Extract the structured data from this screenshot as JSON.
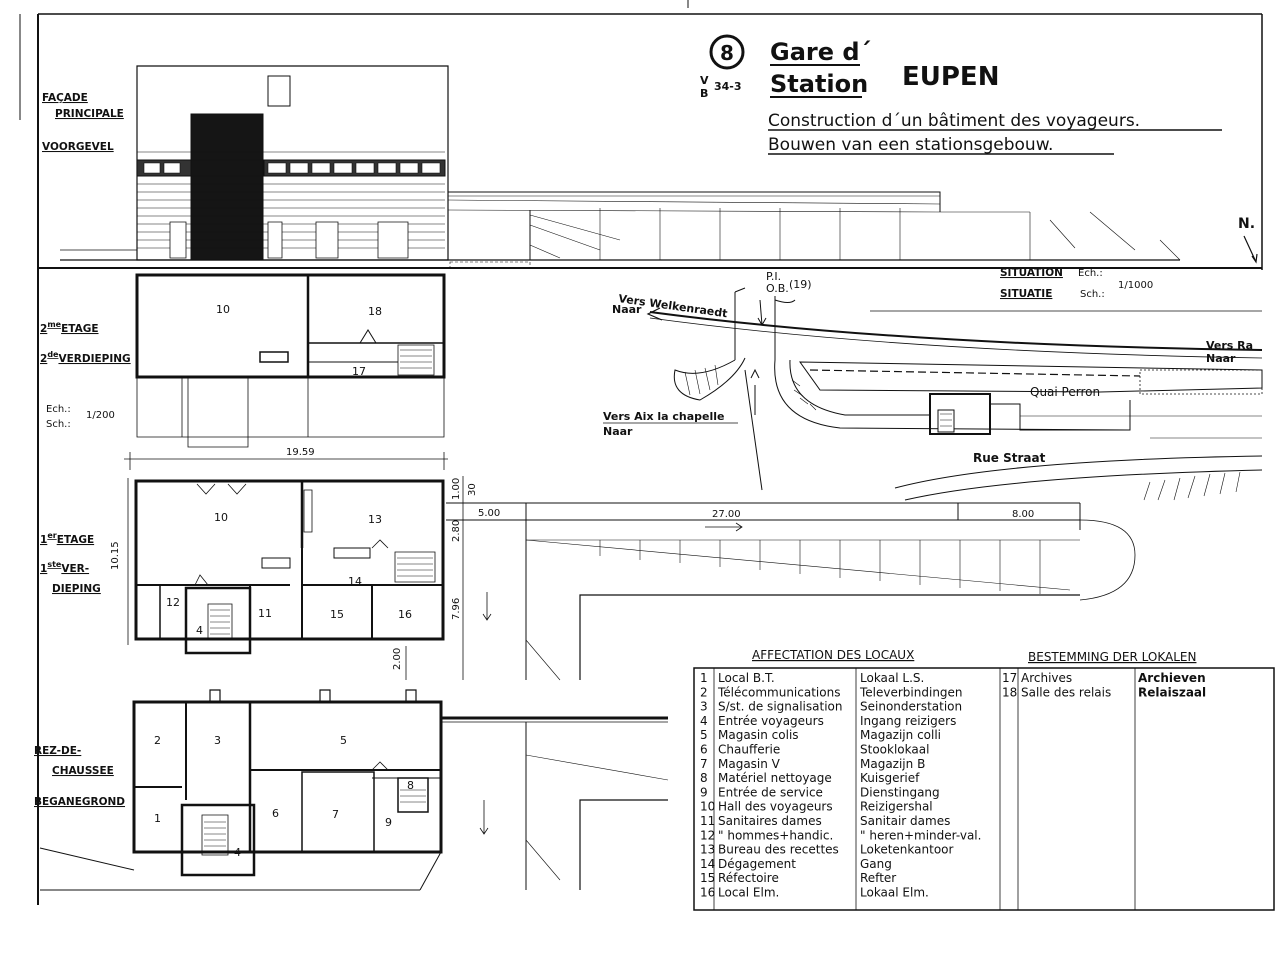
{
  "title": {
    "number": "8",
    "code_top": "V",
    "code_bottom": "B",
    "code_ref": "34-3",
    "line1": "Gare d´",
    "line2": "Station",
    "city": "EUPEN",
    "subtitle_fr": "Construction d´un bâtiment des voyageurs.",
    "subtitle_nl": "Bouwen van een stationsgebouw."
  },
  "facade": {
    "label_fr_1": "FAÇADE",
    "label_fr_2": "PRINCIPALE",
    "label_nl": "VOORGEVEL"
  },
  "floor2": {
    "label_fr_1": "2",
    "label_fr_sup": "me",
    "label_fr_2": "ETAGE",
    "label_nl_1": "2",
    "label_nl_sup": "de",
    "label_nl_2": "VERDIEPING",
    "rooms": [
      "10",
      "18",
      "17"
    ],
    "scale_1": "Ech.:",
    "scale_2": "Sch.:",
    "scale_val": "1/200",
    "width_dim": "19.59"
  },
  "floor1": {
    "label_fr_1": "1",
    "label_fr_sup": "er",
    "label_fr_2": "ETAGE",
    "label_nl_1": "1",
    "label_nl_sup": "ste",
    "label_nl_2": "VER-",
    "label_nl_3": "DIEPING",
    "rooms": [
      "10",
      "13",
      "14",
      "12",
      "4",
      "11",
      "15",
      "16"
    ],
    "dims": [
      "10.15",
      "1.00",
      "30",
      "2.80",
      "7.96",
      "2.00"
    ]
  },
  "ground": {
    "label_fr_1": "REZ-DE-",
    "label_fr_2": "CHAUSSEE",
    "label_nl": "BEGANEGROND",
    "rooms": [
      "2",
      "3",
      "5",
      "1",
      "6",
      "7",
      "9",
      "4",
      "8"
    ]
  },
  "platform_dims": [
    "5.00",
    "27.00",
    "8.00"
  ],
  "situation": {
    "label_fr": "SITUATION",
    "label_nl": "SITUATIE",
    "ech": "Ech.:",
    "sch": "Sch.:",
    "scale": "1/1000",
    "north": "N.",
    "pi": "P.I.",
    "ob": "O.B.",
    "ob_num": "(19)",
    "vers_welk": "Vers Welkenraedt",
    "naar_welk": "Naar",
    "vers_ra": "Vers Ra",
    "naar_ra": "Naar",
    "quai": "Quai  Perron",
    "vers_aix": "Vers Aix la chapelle",
    "naar_aix": "Naar",
    "rue": "Rue    Straat"
  },
  "legend": {
    "header_fr": "AFFECTATION DES LOCAUX",
    "header_nl": "BESTEMMING DER LOKALEN",
    "rows": [
      {
        "n": "1",
        "fr": "Local B.T.",
        "nl": "Lokaal L.S."
      },
      {
        "n": "2",
        "fr": "Télécommunications",
        "nl": "Televerbindingen"
      },
      {
        "n": "3",
        "fr": "S/st. de signalisation",
        "nl": "Seinonderstation"
      },
      {
        "n": "4",
        "fr": "Entrée voyageurs",
        "nl": "Ingang reizigers"
      },
      {
        "n": "5",
        "fr": "Magasin colis",
        "nl": "Magazijn colli"
      },
      {
        "n": "6",
        "fr": "Chaufferie",
        "nl": "Stooklokaal"
      },
      {
        "n": "7",
        "fr": "Magasin V",
        "nl": "Magazijn B"
      },
      {
        "n": "8",
        "fr": "Matériel nettoyage",
        "nl": "Kuisgerief"
      },
      {
        "n": "9",
        "fr": "Entrée de service",
        "nl": "Dienstingang"
      },
      {
        "n": "10",
        "fr": "Hall des voyageurs",
        "nl": "Reizigershal"
      },
      {
        "n": "11",
        "fr": "Sanitaires dames",
        "nl": "Sanitair dames"
      },
      {
        "n": "12",
        "fr": "\" hommes+handic.",
        "nl": "\" heren+minder-val."
      },
      {
        "n": "13",
        "fr": "Bureau des recettes",
        "nl": "Loketenkantoor"
      },
      {
        "n": "14",
        "fr": "Dégagement",
        "nl": "Gang"
      },
      {
        "n": "15",
        "fr": "Réfectoire",
        "nl": "Refter"
      },
      {
        "n": "16",
        "fr": "Local Elm.",
        "nl": "Lokaal Elm."
      }
    ],
    "rows2": [
      {
        "n": "17",
        "fr": "Archives",
        "nl": "Archieven"
      },
      {
        "n": "18",
        "fr": "Salle des relais",
        "nl": "Relaiszaal"
      }
    ]
  }
}
